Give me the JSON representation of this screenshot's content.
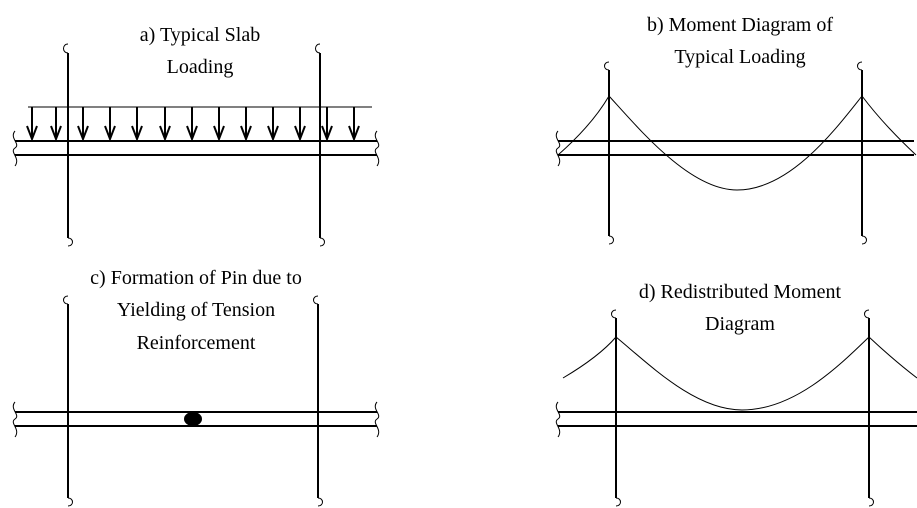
{
  "panels": [
    {
      "id": "a",
      "caption_lines": [
        "a) Typical Slab",
        "Loading"
      ]
    },
    {
      "id": "b",
      "caption_lines": [
        "b) Moment Diagram of",
        "Typical Loading"
      ]
    },
    {
      "id": "c",
      "caption_lines": [
        "c) Formation of Pin due to",
        "Yielding of Tension",
        "Reinforcement"
      ]
    },
    {
      "id": "d",
      "caption_lines": [
        "d) Redistributed Moment",
        "Diagram"
      ]
    }
  ],
  "colors": {
    "line": "#000000",
    "background": "#ffffff"
  }
}
